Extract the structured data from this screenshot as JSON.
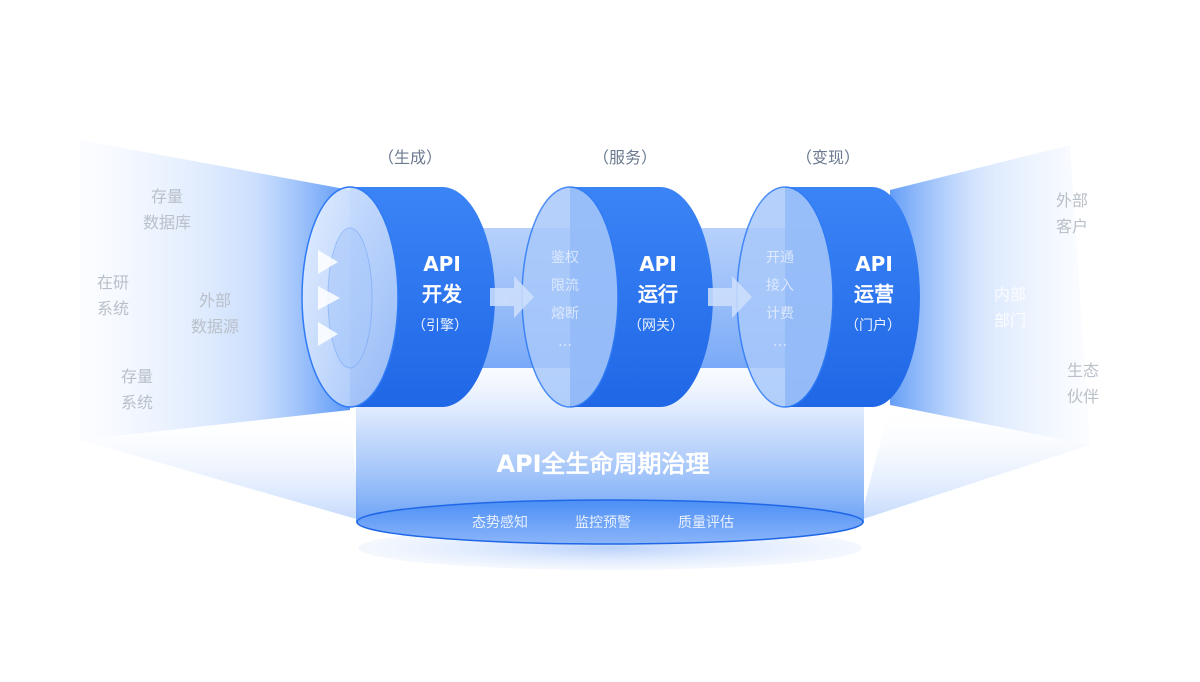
{
  "phases": [
    {
      "label": "（生成）",
      "title_top": "API",
      "title_bottom": "开发",
      "subtitle": "（引擎）",
      "items": []
    },
    {
      "label": "（服务）",
      "title_top": "API",
      "title_bottom": "运行",
      "subtitle": "（网关）",
      "items": [
        "鉴权",
        "限流",
        "熔断",
        "…"
      ]
    },
    {
      "label": "（变现）",
      "title_top": "API",
      "title_bottom": "运营",
      "subtitle": "（门户）",
      "items": [
        "开通",
        "接入",
        "计费",
        "…"
      ]
    }
  ],
  "left_sources": [
    {
      "lines": [
        "存量",
        "数据库"
      ]
    },
    {
      "lines": [
        "在研",
        "系统"
      ]
    },
    {
      "lines": [
        "外部",
        "数据源"
      ]
    },
    {
      "lines": [
        "存量",
        "系统"
      ]
    }
  ],
  "right_targets": [
    {
      "lines": [
        "外部",
        "客户"
      ]
    },
    {
      "lines": [
        "内部",
        "部门"
      ]
    },
    {
      "lines": [
        "生态",
        "伙伴"
      ]
    }
  ],
  "platform": {
    "title": "API全生命周期治理",
    "features": [
      "态势感知",
      "监控预警",
      "质量评估"
    ]
  },
  "colors": {
    "primary": "#2f7bf5",
    "primary_dark": "#1c66e8",
    "light": "#dbe9ff"
  }
}
